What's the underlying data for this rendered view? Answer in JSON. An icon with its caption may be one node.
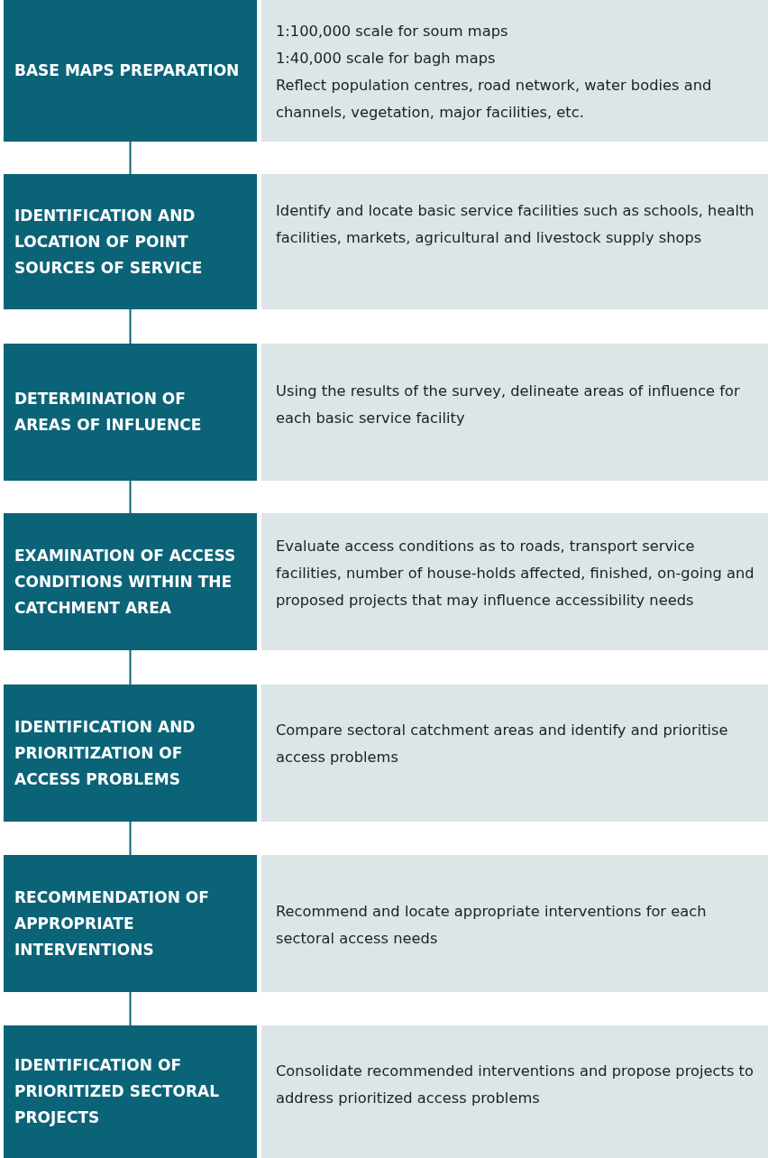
{
  "diagram": {
    "nodes": [
      {
        "text": [
          "BASE MAPS PREPARATION"
        ]
      },
      {
        "text": [
          "1:100,000 scale for soum maps",
          "1:40,000 scale for bagh maps",
          "Reflect population centres, road network, water bodies and channels, vegetation, major facilities, etc."
        ]
      },
      {
        "text": [
          "IDENTIFICATION AND LOCATION OF POINT SOURCES OF SERVICE"
        ]
      },
      {
        "text": [
          "Identify and locate basic service facilities such as schools, health facilities, markets, agricultural and livestock supply shops"
        ]
      },
      {
        "text": [
          "DETERMINATION OF AREAS OF INFLUENCE"
        ]
      },
      {
        "text": [
          "Using the results of the survey, delineate areas of influence for each basic service facility"
        ]
      },
      {
        "text": [
          "EXAMINATION OF ACCESS CONDITIONS WITHIN THE CATCHMENT AREA"
        ]
      },
      {
        "text": [
          "Evaluate access conditions as to roads, transport service facilities, number of house-holds affected, finished, on-going and proposed projects that may influence accessibility needs"
        ]
      },
      {
        "text": [
          "IDENTIFICATION AND PRIORITIZATION OF ACCESS PROBLEMS"
        ]
      },
      {
        "text": [
          "Compare sectoral catchment areas and identify and prioritise access problems"
        ]
      },
      {
        "text": [
          "RECOMMENDATION OF APPROPRIATE INTERVENTIONS"
        ]
      },
      {
        "text": [
          "Recommend and locate appropriate interventions for each sectoral access needs"
        ]
      },
      {
        "text": [
          "IDENTIFICATION OF PRIORITIZED SECTORAL PROJECTS"
        ]
      },
      {
        "text": [
          "Consolidate recommended interventions and propose projects to address prioritized access problems"
        ]
      }
    ],
    "edges": [
      {
        "from": 0,
        "to": 2,
        "arrow": "none"
      },
      {
        "from": 2,
        "to": 4,
        "arrow": "none"
      },
      {
        "from": 4,
        "to": 6,
        "arrow": "none"
      },
      {
        "from": 6,
        "to": 8,
        "arrow": "none"
      },
      {
        "from": 8,
        "to": 10,
        "arrow": "none"
      },
      {
        "from": 10,
        "to": 12,
        "arrow": "none"
      }
    ]
  }
}
